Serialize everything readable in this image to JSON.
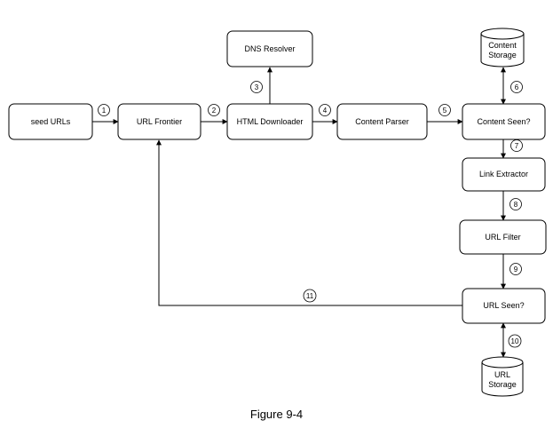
{
  "caption": "Figure 9-4",
  "nodes": {
    "seed_urls": "seed URLs",
    "url_frontier": "URL Frontier",
    "html_downloader": "HTML Downloader",
    "dns_resolver": "DNS Resolver",
    "content_parser": "Content Parser",
    "content_seen": "Content Seen?",
    "content_storage": [
      "Content",
      "Storage"
    ],
    "link_extractor": "Link Extractor",
    "url_filter": "URL Filter",
    "url_seen": "URL Seen?",
    "url_storage": [
      "URL",
      "Storage"
    ]
  },
  "steps": [
    "1",
    "2",
    "3",
    "4",
    "5",
    "6",
    "7",
    "8",
    "9",
    "10",
    "11"
  ]
}
